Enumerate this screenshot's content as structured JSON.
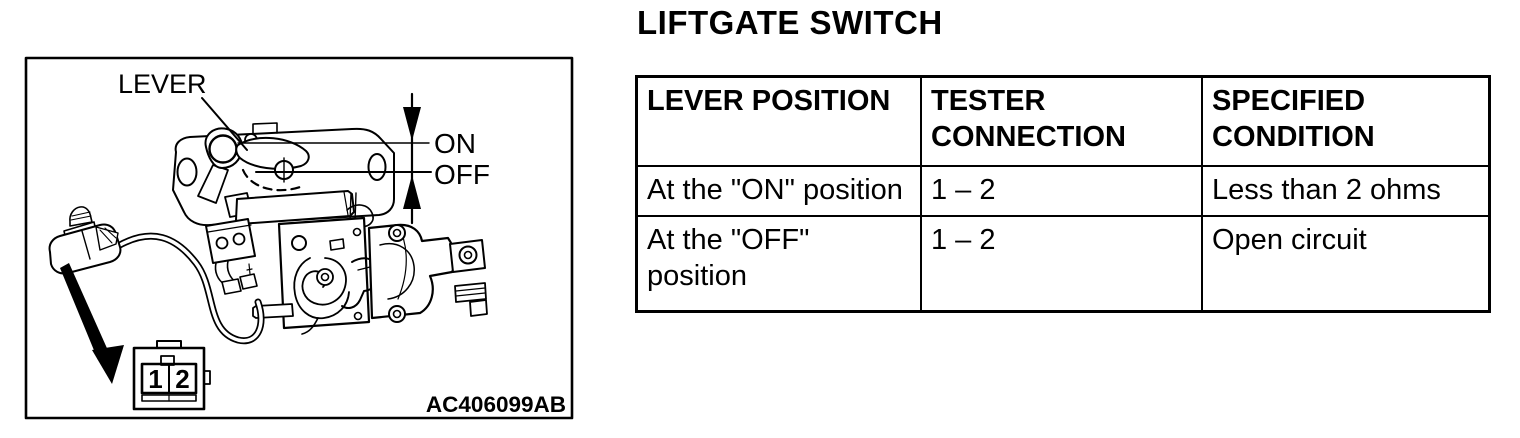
{
  "title": "LIFTGATE SWITCH",
  "diagram": {
    "figure_code": "AC406099AB",
    "labels": {
      "lever": "LEVER",
      "on": "ON",
      "off": "OFF"
    },
    "connector_pins": [
      "1",
      "2"
    ]
  },
  "table": {
    "headers": [
      "LEVER POSITION",
      "TESTER CONNECTION",
      "SPECIFIED CONDITION"
    ],
    "rows": [
      {
        "lever_position": "At the \"ON\" position",
        "tester_connection": "1 – 2",
        "specified_condition": "Less than 2 ohms"
      },
      {
        "lever_position": "At the \"OFF\" position",
        "tester_connection": "1 – 2",
        "specified_condition": "Open circuit"
      }
    ]
  }
}
